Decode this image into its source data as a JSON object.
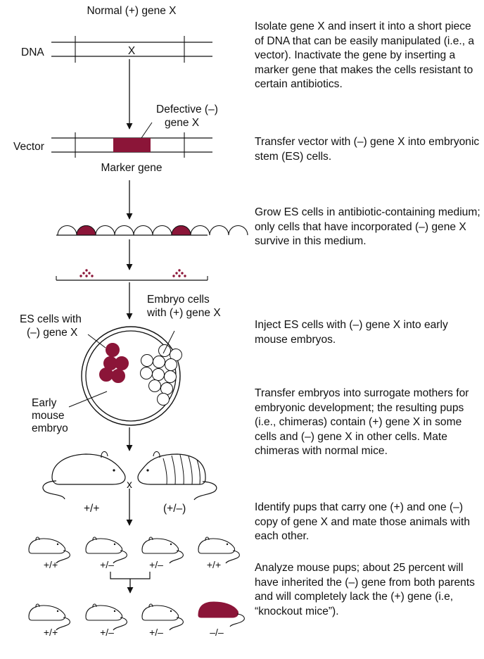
{
  "colors": {
    "accent": "#8b1538",
    "ink": "#111111",
    "background": "#ffffff"
  },
  "labels": {
    "normal_gene": "Normal (+) gene X",
    "dna": "DNA",
    "x_mark": "X",
    "defective_line1": "Defective (–)",
    "defective_line2": "gene X",
    "vector": "Vector",
    "marker_gene": "Marker gene",
    "es_cells_line1": "ES cells with",
    "es_cells_line2": "(–) gene X",
    "embryo_cells_line1": "Embryo cells",
    "embryo_cells_line2": "with (+) gene X",
    "early_line1": "Early",
    "early_line2": "mouse",
    "early_line3": "embryo",
    "cross_mark": "x",
    "pp": "+/+",
    "pm_paren": "(+/–)",
    "pm": "+/–",
    "mm": "–/–"
  },
  "generations": {
    "f1": [
      "+/+",
      "+/–",
      "+/–",
      "+/+"
    ],
    "f2": [
      "+/+",
      "+/–",
      "+/–",
      "–/–"
    ]
  },
  "steps": [
    "Isolate gene X and insert it into a short piece of DNA that can be easily manipulated (i.e., a vector). Inactivate the gene by inserting a marker gene that makes the cells resistant to certain antibiotics.",
    "Transfer vector with (–) gene X into embryonic stem (ES) cells.",
    "Grow ES cells in antibiotic-containing medium; only cells that have incorporated (–) gene X survive in this medium.",
    "Inject ES cells with (–) gene X into early mouse embryos.",
    "Transfer embryos into surrogate mothers for embryonic development; the resulting pups (i.e., chimeras) contain (+) gene X in some cells and (–) gene X in other cells. Mate chimeras with normal mice.",
    "Identify pups that carry one (+) and one (–) copy of gene X and mate those animals with each other.",
    "Analyze mouse pups; about 25 percent will have inherited the (–) gene from both parents and will completely lack the (+) gene (i.e, “knockout mice”)."
  ]
}
